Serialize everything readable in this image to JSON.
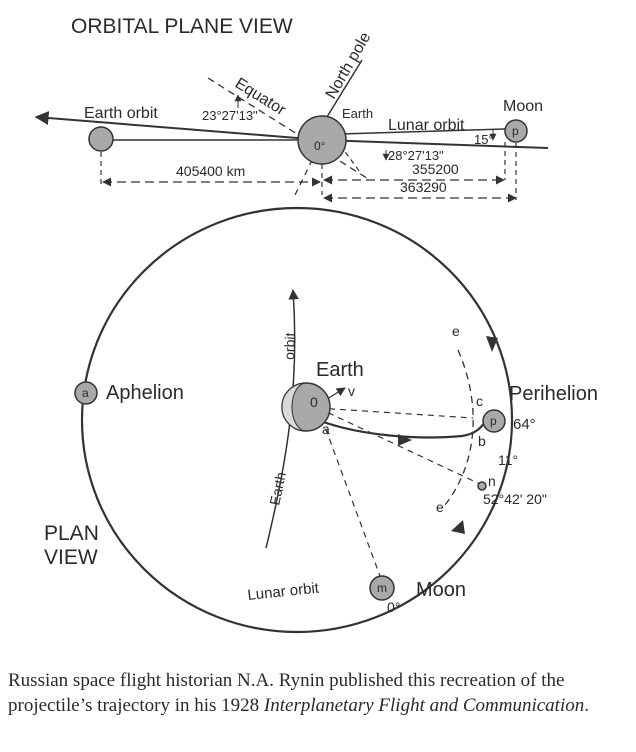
{
  "orbital_view": {
    "title": "ORBITAL PLANE VIEW",
    "equator": "Equator",
    "north_pole": "North pole",
    "earth_orbit": "Earth orbit",
    "earth": "Earth",
    "lunar_orbit": "Lunar orbit",
    "moon": "Moon",
    "moon_marker": "p",
    "earth_marker": "0°",
    "angle_equator": "23°27'13\"",
    "angle_lunar": "28°27'13\"",
    "angle_moon": "15°",
    "dist_earth_orbit": "405400 km",
    "dist_perigee": "355200",
    "dist_moon": "363290"
  },
  "plan_view": {
    "title_line1": "PLAN",
    "title_line2": "VIEW",
    "aphelion": "Aphelion",
    "aphelion_marker": "a",
    "perihelion": "Perihelion",
    "perihelion_marker": "p",
    "perihelion_angle": "64°",
    "earth": "Earth",
    "earth_marker": "0",
    "orbit_label": "orbit",
    "earth_orbit_label": "Earth",
    "v_label": "v",
    "a_label": "a",
    "b_label": "b",
    "c_label": "c",
    "e_label_top": "e",
    "e_label_bottom": "e",
    "n_label": "n",
    "angle_11": "11°",
    "angle_n": "52°42' 20\"",
    "moon": "Moon",
    "moon_marker": "m",
    "moon_angle": "0°",
    "lunar_orbit": "Lunar orbit"
  },
  "caption": {
    "text_before": "Russian space flight historian N.A. Rynin published this recreation of the projectile’s trajectory in his 1928 ",
    "book_title": "Interplanetary Flight and Communication",
    "text_after": "."
  }
}
